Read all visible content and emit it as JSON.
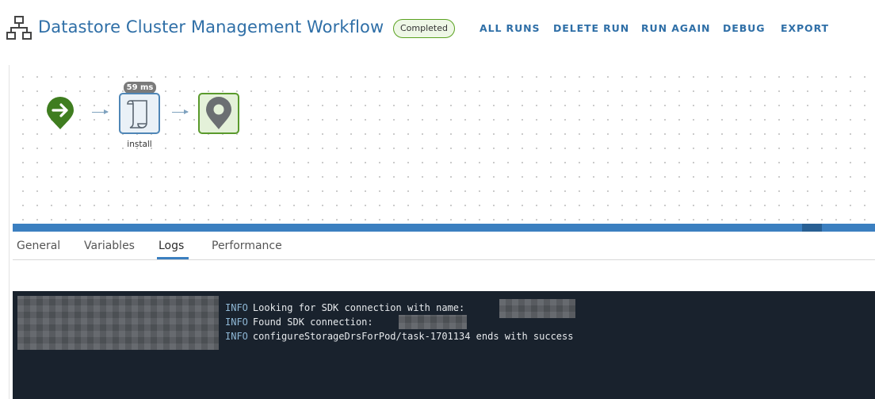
{
  "header": {
    "title": "Datastore Cluster Management Workflow",
    "status": "Completed",
    "actions": [
      "ALL RUNS",
      "DELETE RUN",
      "RUN AGAIN",
      "DEBUG",
      "EXPORT"
    ]
  },
  "workflow": {
    "task": {
      "duration": "59 ms",
      "label": "install"
    }
  },
  "tabs": [
    "General",
    "Variables",
    "Logs",
    "Performance"
  ],
  "active_tab": "Logs",
  "logs": [
    {
      "level": "INFO",
      "message": "Looking for SDK connection with name:"
    },
    {
      "level": "INFO",
      "message": "Found SDK connection:"
    },
    {
      "level": "INFO",
      "message": "configureStorageDrsForPod/task-1701134 ends with success"
    }
  ],
  "colors": {
    "accent": "#2f6fa7",
    "success": "#5aa220",
    "console_bg": "#19222d"
  }
}
